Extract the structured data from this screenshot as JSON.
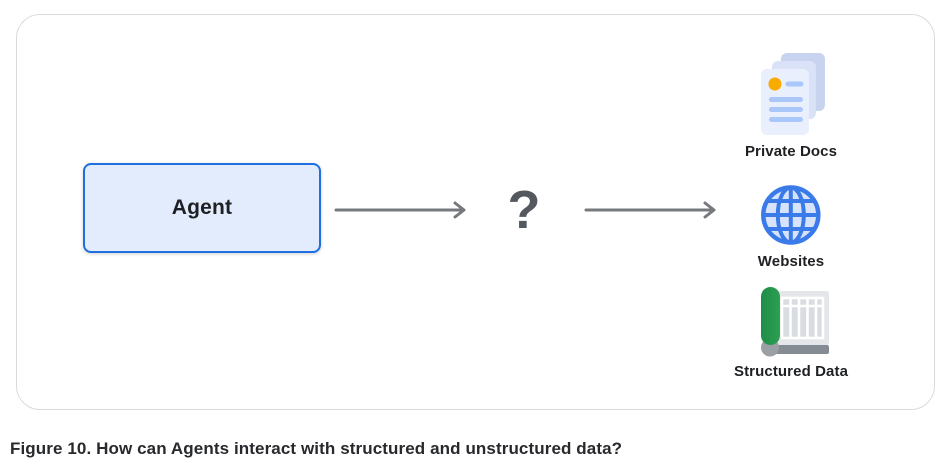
{
  "figure": {
    "caption": "Figure 10. How can Agents interact with structured and unstructured data?"
  },
  "diagram": {
    "agent_label": "Agent",
    "question_mark": "?",
    "targets": [
      {
        "label": "Private Docs",
        "icon": "private-docs-icon"
      },
      {
        "label": "Websites",
        "icon": "globe-icon"
      },
      {
        "label": "Structured Data",
        "icon": "spreadsheet-scroll-icon"
      }
    ]
  },
  "colors": {
    "accent_blue": "#1f6fe0",
    "agent_box_fill": "#e3ecfd",
    "panel_border": "#d8dadd",
    "arrow_gray": "#75797e",
    "question_gray": "#54585f",
    "label_text": "#1f2023",
    "doc_page_back": "#c7d3ef",
    "doc_page_mid": "#d9e2f6",
    "doc_page_front": "#e9effd",
    "doc_yellow": "#f9ab00",
    "doc_line_blue": "#a9c7fa",
    "globe_blue": "#3a7be9",
    "globe_fill": "#d7e3fb",
    "sheet_green": "#2e9e52",
    "sheet_green_dark": "#1e8e47",
    "sheet_gray": "#e4e6ea",
    "cell_gray": "#d9dce0",
    "curl_gray": "#9aa0a6",
    "bar_gray": "#868c93"
  }
}
